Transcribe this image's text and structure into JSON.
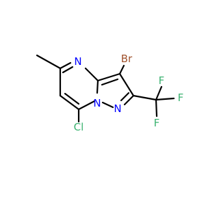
{
  "molecule": {
    "atoms": {
      "br": {
        "label": "Br",
        "color": "#a0522d"
      },
      "f1": {
        "label": "F",
        "color": "#3cb371"
      },
      "f2": {
        "label": "F",
        "color": "#3cb371"
      },
      "f3": {
        "label": "F",
        "color": "#3cb371"
      },
      "cl": {
        "label": "Cl",
        "color": "#3cb371"
      },
      "n4": {
        "label": "N",
        "color": "#0000ff"
      },
      "n1": {
        "label": "N",
        "color": "#0000ff"
      },
      "n2": {
        "label": "N",
        "color": "#0000ff"
      }
    },
    "bond_color": "#000000"
  }
}
